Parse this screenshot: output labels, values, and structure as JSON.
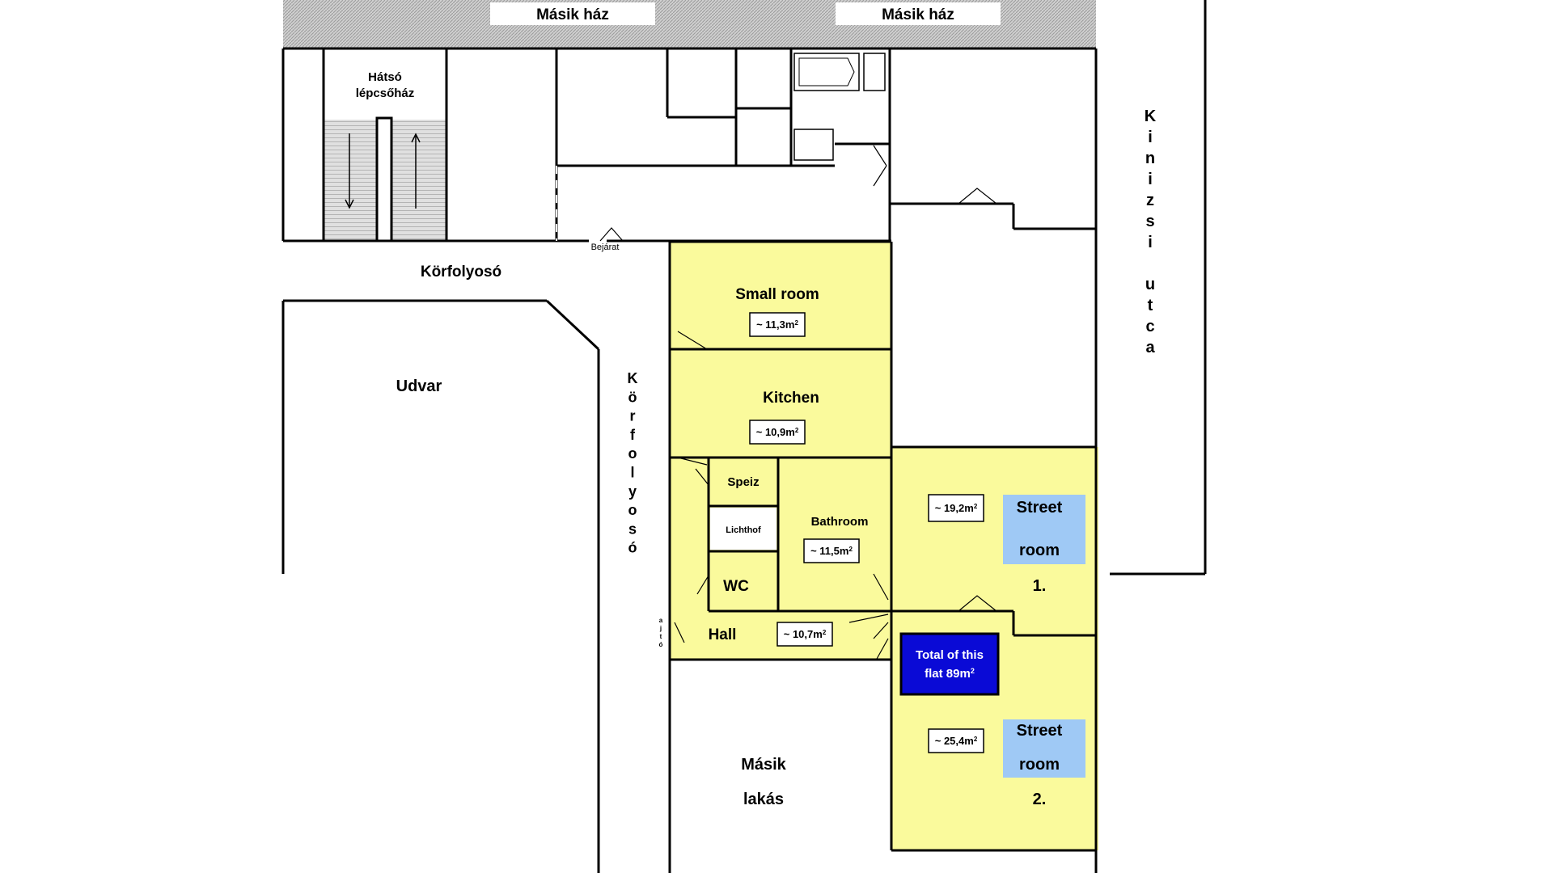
{
  "neighbors": {
    "left_banner": "Másik  ház",
    "right_banner": "Másik  ház"
  },
  "staircase": {
    "line1": "Hátsó",
    "line2": "lépcsőház"
  },
  "entrance": "Bejárat",
  "corridor_horizontal": "Körfolyosó",
  "corridor_vertical_letters": [
    "K",
    "ö",
    "r",
    "f",
    "o",
    "l",
    "y",
    "o",
    "s",
    "ó"
  ],
  "courtyard": "Udvar",
  "street_letters": [
    "K",
    "i",
    "n",
    "i",
    "z",
    "s",
    "i",
    "",
    "u",
    "t",
    "c",
    "a"
  ],
  "rooms": {
    "small_room": {
      "name": "Small room",
      "area_prefix": "~ 11,3m",
      "area_sup": "2"
    },
    "kitchen": {
      "name": "Kitchen",
      "area_prefix": "~ 10,9m",
      "area_sup": "2"
    },
    "speiz": {
      "name": "Speiz"
    },
    "lichthof": {
      "name": "Lichthof"
    },
    "wc": {
      "name": "WC"
    },
    "bathroom": {
      "name": "Bathroom",
      "area_prefix": "~ 11,5m",
      "area_sup": "2"
    },
    "hall": {
      "name": "Hall",
      "area_prefix": "~ 10,7m",
      "area_sup": "2"
    },
    "street_room_1": {
      "name_line1": "Street",
      "name_line2": "room",
      "number": "1.",
      "area_prefix": "~ 19,2m",
      "area_sup": "2"
    },
    "street_room_2": {
      "name_line1": "Street",
      "name_line2": "room",
      "number": "2.",
      "area_prefix": "~ 25,4m",
      "area_sup": "2"
    }
  },
  "total": {
    "line1": "Total of this",
    "line2_prefix": "flat 89m",
    "line2_sup": "2"
  },
  "other_flat": {
    "line1": "Másik",
    "line2": "lakás"
  },
  "side_door_letters": [
    "a",
    "j",
    "t",
    "ó"
  ],
  "colors": {
    "flat": "#fafa9c",
    "street_room_highlight": "#9fc9f5",
    "total_box": "#0a0ad6",
    "roof_hatch": "#c8c8c8"
  }
}
